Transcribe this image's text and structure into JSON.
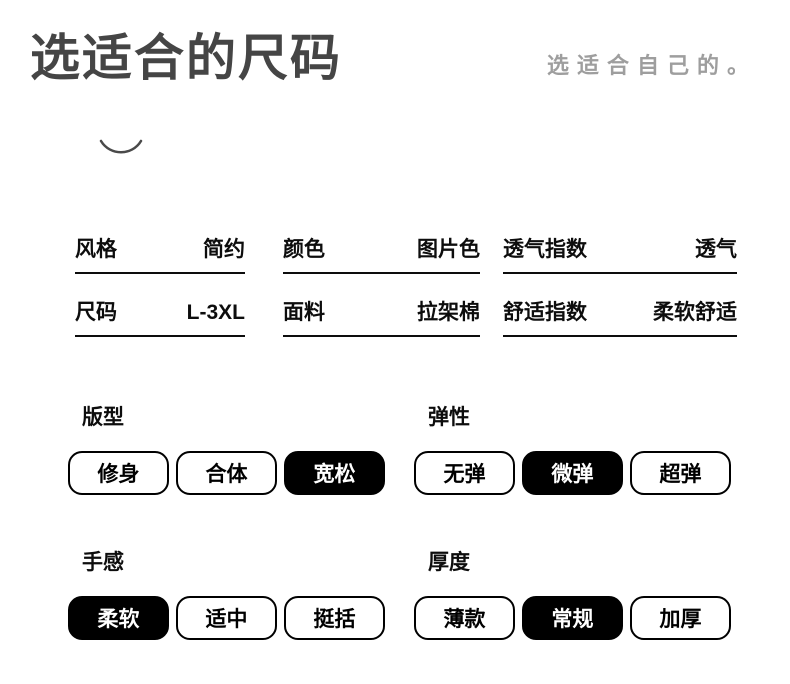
{
  "header": {
    "title": "选适合的尺码",
    "subtitle": "选适合自己的。"
  },
  "specs": [
    {
      "rows": [
        {
          "label": "风格",
          "value": "简约"
        },
        {
          "label": "尺码",
          "value": "L-3XL"
        }
      ]
    },
    {
      "rows": [
        {
          "label": "颜色",
          "value": "图片色"
        },
        {
          "label": "面料",
          "value": "拉架棉"
        }
      ]
    },
    {
      "rows": [
        {
          "label": "透气指数",
          "value": "透气"
        },
        {
          "label": "舒适指数",
          "value": "柔软舒适"
        }
      ]
    }
  ],
  "options": [
    {
      "name": "版型",
      "items": [
        {
          "label": "修身",
          "selected": false
        },
        {
          "label": "合体",
          "selected": false
        },
        {
          "label": "宽松",
          "selected": true
        }
      ]
    },
    {
      "name": "弹性",
      "items": [
        {
          "label": "无弹",
          "selected": false
        },
        {
          "label": "微弹",
          "selected": true
        },
        {
          "label": "超弹",
          "selected": false
        }
      ]
    },
    {
      "name": "手感",
      "items": [
        {
          "label": "柔软",
          "selected": true
        },
        {
          "label": "适中",
          "selected": false
        },
        {
          "label": "挺括",
          "selected": false
        }
      ]
    },
    {
      "name": "厚度",
      "items": [
        {
          "label": "薄款",
          "selected": false
        },
        {
          "label": "常规",
          "selected": true
        },
        {
          "label": "加厚",
          "selected": false
        }
      ]
    }
  ],
  "icons": {
    "curve": "smile-curve"
  },
  "colors": {
    "accent": "#000000",
    "heading": "#454545",
    "subtitle": "#9e9e9e",
    "selected_pill_bg": "#000000",
    "selected_pill_text": "#ffffff"
  }
}
